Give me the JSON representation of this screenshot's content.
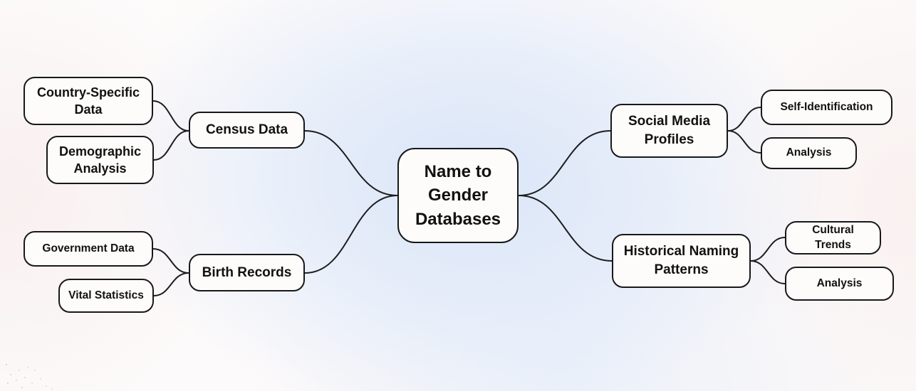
{
  "mindmap": {
    "root": {
      "label": "Name to Gender Databases"
    },
    "branches": [
      {
        "label": "Census Data",
        "children": [
          {
            "label": "Country-Specific Data"
          },
          {
            "label": "Demographic Analysis"
          }
        ]
      },
      {
        "label": "Birth Records",
        "children": [
          {
            "label": "Government Data"
          },
          {
            "label": "Vital Statistics"
          }
        ]
      },
      {
        "label": "Social Media Profiles",
        "children": [
          {
            "label": "Self-Identification"
          },
          {
            "label": "Analysis"
          }
        ]
      },
      {
        "label": "Historical Naming Patterns",
        "children": [
          {
            "label": "Cultural Trends"
          },
          {
            "label": "Analysis"
          }
        ]
      }
    ],
    "colors": {
      "node_fill": "#fdfcfb",
      "node_border": "#18181a",
      "edge": "#1d1d1f",
      "text": "#111111",
      "background_center": "#dde8f8",
      "background_edges": "#f9f1f0"
    }
  }
}
